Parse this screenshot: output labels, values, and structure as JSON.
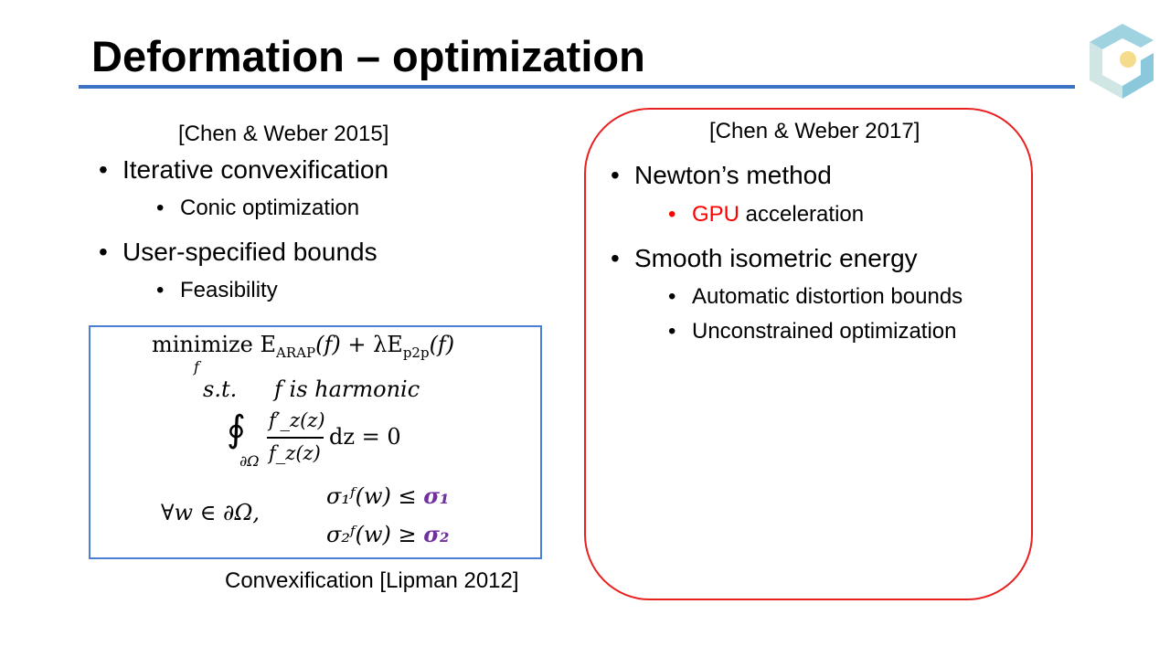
{
  "title": "Deformation – optimization",
  "left": {
    "reference": "[Chen & Weber 2015]",
    "bullets": [
      {
        "text": "Iterative convexification",
        "sub": "Conic optimization"
      },
      {
        "text": "User-specified bounds",
        "sub": "Feasibility"
      }
    ],
    "formula": {
      "minimize": "minimize",
      "min_sub": "f",
      "E": "E",
      "arap": "ARAP",
      "f_arg": "(f)",
      "plus": " + λE",
      "p2p": "p2p",
      "f_arg2": "(f)",
      "st": "s.t.",
      "harmonic": "f is harmonic",
      "integral": "∮",
      "int_sub": "∂Ω",
      "numerator": "f′_z(z)",
      "denominator": "f_z(z)",
      "integral_rhs": "dz = 0",
      "forall": "∀w ∈ ∂Ω,",
      "sigma1_lhs": "σ₁ᶠ(w) ≤",
      "sigma1_rhs": "σ₁",
      "sigma2_lhs": "σ₂ᶠ(w) ≥",
      "sigma2_rhs": "σ₂"
    },
    "caption": "Convexification [Lipman 2012]"
  },
  "right": {
    "reference": "[Chen & Weber 2017]",
    "bullet1": "Newton’s method",
    "bullet1_sub_highlight": "GPU",
    "bullet1_sub_rest": " acceleration",
    "bullet2": "Smooth isometric energy",
    "bullet2_subs": [
      "Automatic distortion bounds",
      "Unconstrained optimization"
    ]
  },
  "bullet_char": "•",
  "colors": {
    "rule": "#3b72c4",
    "box": "#4a7fd4",
    "rounded_box": "#e82020",
    "highlight": "#ff0000",
    "sigma": "#7030a0"
  }
}
